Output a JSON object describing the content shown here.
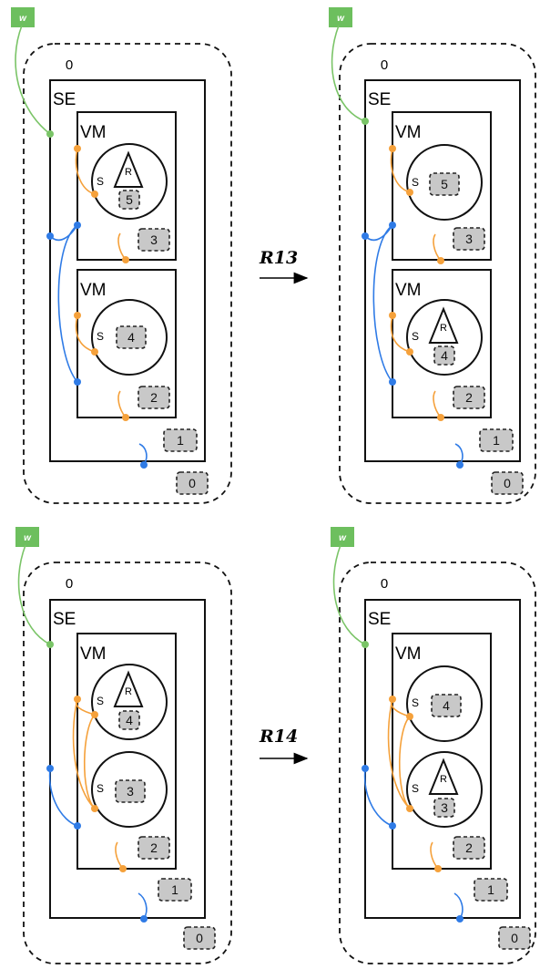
{
  "labels": {
    "w": "w",
    "outer": "0",
    "se": "SE",
    "vm": "VM",
    "s": "S",
    "r": "R"
  },
  "rules": {
    "r13": "R13",
    "r14": "R14"
  },
  "panels": [
    {
      "id": "top-left",
      "tokens": {
        "outer": "0",
        "se": "1",
        "vm1": "3",
        "vm2": "2",
        "circle1": "5",
        "circle2": "4"
      }
    },
    {
      "id": "top-right",
      "tokens": {
        "outer": "0",
        "se": "1",
        "vm1": "3",
        "vm2": "2",
        "circle1": "5",
        "circle2": "4"
      }
    },
    {
      "id": "bottom-left",
      "tokens": {
        "outer": "0",
        "se": "1",
        "vm": "2",
        "circle1": "4",
        "circle2": "3"
      }
    },
    {
      "id": "bottom-right",
      "tokens": {
        "outer": "0",
        "se": "1",
        "vm": "2",
        "circle1": "4",
        "circle2": "3"
      }
    }
  ],
  "colors": {
    "w_tag": "#6dbf5e",
    "green_edge": "#7ac467",
    "orange_edge": "#f5a13b",
    "blue_edge": "#2f7be6",
    "token_fill": "#c8c8c8"
  }
}
